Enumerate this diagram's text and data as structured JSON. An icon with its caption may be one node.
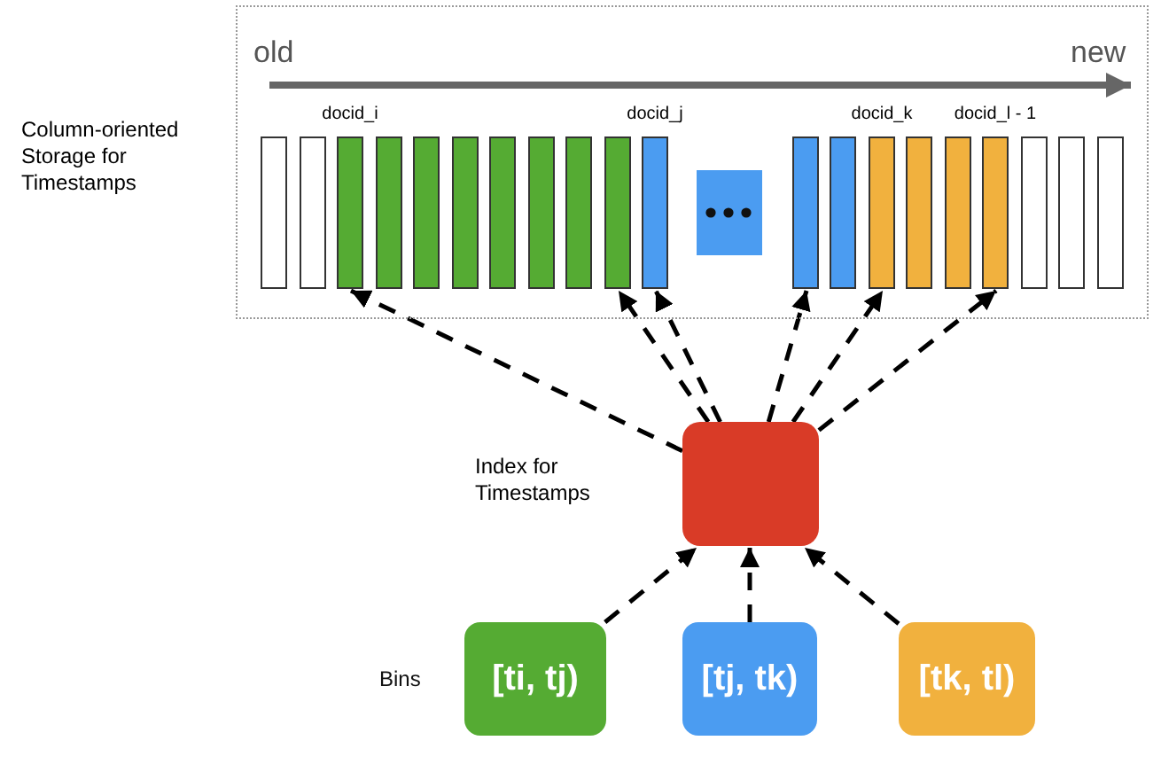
{
  "diagram": {
    "nodes": [
      {
        "text": [
          "Column-oriented Storage for Timestamps"
        ]
      },
      {
        "text": [],
        "shape": "bar",
        "in": 0
      },
      {
        "text": [],
        "shape": "bar",
        "in": 0
      },
      {
        "text": [],
        "shape": "bar",
        "in": 0,
        "beside": [
          "docid_i"
        ]
      },
      {
        "text": [],
        "shape": "bar",
        "in": 0
      },
      {
        "text": [],
        "shape": "bar",
        "in": 0
      },
      {
        "text": [],
        "shape": "bar",
        "in": 0
      },
      {
        "text": [],
        "shape": "bar",
        "in": 0
      },
      {
        "text": [],
        "shape": "bar",
        "in": 0
      },
      {
        "text": [],
        "shape": "bar",
        "in": 0
      },
      {
        "text": [],
        "shape": "bar",
        "in": 0
      },
      {
        "text": [],
        "shape": "bar",
        "in": 0,
        "beside": [
          "docid_j"
        ]
      },
      {
        "text": [],
        "shape": "box",
        "in": 0
      },
      {
        "text": [],
        "shape": "bar",
        "in": 0
      },
      {
        "text": [],
        "shape": "bar",
        "in": 0
      },
      {
        "text": [],
        "shape": "bar",
        "in": 0,
        "beside": [
          "docid_k"
        ]
      },
      {
        "text": [],
        "shape": "bar",
        "in": 0
      },
      {
        "text": [],
        "shape": "bar",
        "in": 0
      },
      {
        "text": [],
        "shape": "bar",
        "in": 0,
        "beside": [
          "docid_l - 1"
        ]
      },
      {
        "text": [],
        "shape": "bar",
        "in": 0
      },
      {
        "text": [],
        "shape": "bar",
        "in": 0
      },
      {
        "text": [],
        "shape": "bar",
        "in": 0
      },
      {
        "text": [
          "Index for Timestamps"
        ]
      },
      {
        "text": [
          "[ti, tj)"
        ]
      },
      {
        "text": [
          "[tj, tk)"
        ]
      },
      {
        "text": [
          "[tk, tl)"
        ]
      }
    ],
    "edges": [
      {
        "from": 22,
        "to": 3,
        "arrow": "to",
        "style": "dashed"
      },
      {
        "from": 22,
        "to": 10,
        "arrow": "to",
        "style": "dashed"
      },
      {
        "from": 22,
        "to": 11,
        "arrow": "to",
        "style": "dashed"
      },
      {
        "from": 22,
        "to": 13,
        "arrow": "to",
        "style": "dashed"
      },
      {
        "from": 22,
        "to": 15,
        "arrow": "to",
        "style": "dashed"
      },
      {
        "from": 22,
        "to": 18,
        "arrow": "to",
        "style": "dashed"
      },
      {
        "from": 23,
        "to": 22,
        "arrow": "to",
        "style": "dashed"
      },
      {
        "from": 24,
        "to": 22,
        "arrow": "to",
        "style": "dashed"
      },
      {
        "from": 25,
        "to": 22,
        "arrow": "to",
        "style": "dashed"
      }
    ],
    "labels": [
      "old",
      "new",
      "Bins"
    ]
  }
}
